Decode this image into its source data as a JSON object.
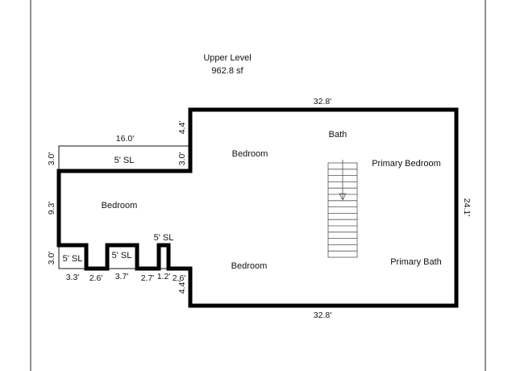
{
  "header": {
    "level": "Upper Level",
    "area": "962.8 sf"
  },
  "rooms": {
    "bedroom_left": "Bedroom",
    "bedroom_center_top": "Bedroom",
    "bedroom_center_bottom": "Bedroom",
    "bath": "Bath",
    "primary_bedroom": "Primary Bedroom",
    "primary_bath": "Primary Bath"
  },
  "dimensions": {
    "top_width": "32.8'",
    "bottom_width": "32.8'",
    "right_height": "24.1'",
    "ledge_width": "16.0'",
    "step_top": "4.4'",
    "step_bottom": "4.4'",
    "ledge_left_height": "3.0'",
    "ledge_right_height": "3.0'",
    "left_wall_height": "9.3'",
    "bottom_left_height": "3.0'",
    "seg_1": "3.3'",
    "seg_2": "2.6'",
    "seg_3": "3.7'",
    "seg_4": "2.7'",
    "seg_5": "1.2'",
    "seg_6": "2.6'"
  },
  "slope_labels": {
    "ledge": "5' SL",
    "left_bay": "5' SL",
    "middle_bay": "5' SL",
    "small_bay": "5' SL"
  }
}
